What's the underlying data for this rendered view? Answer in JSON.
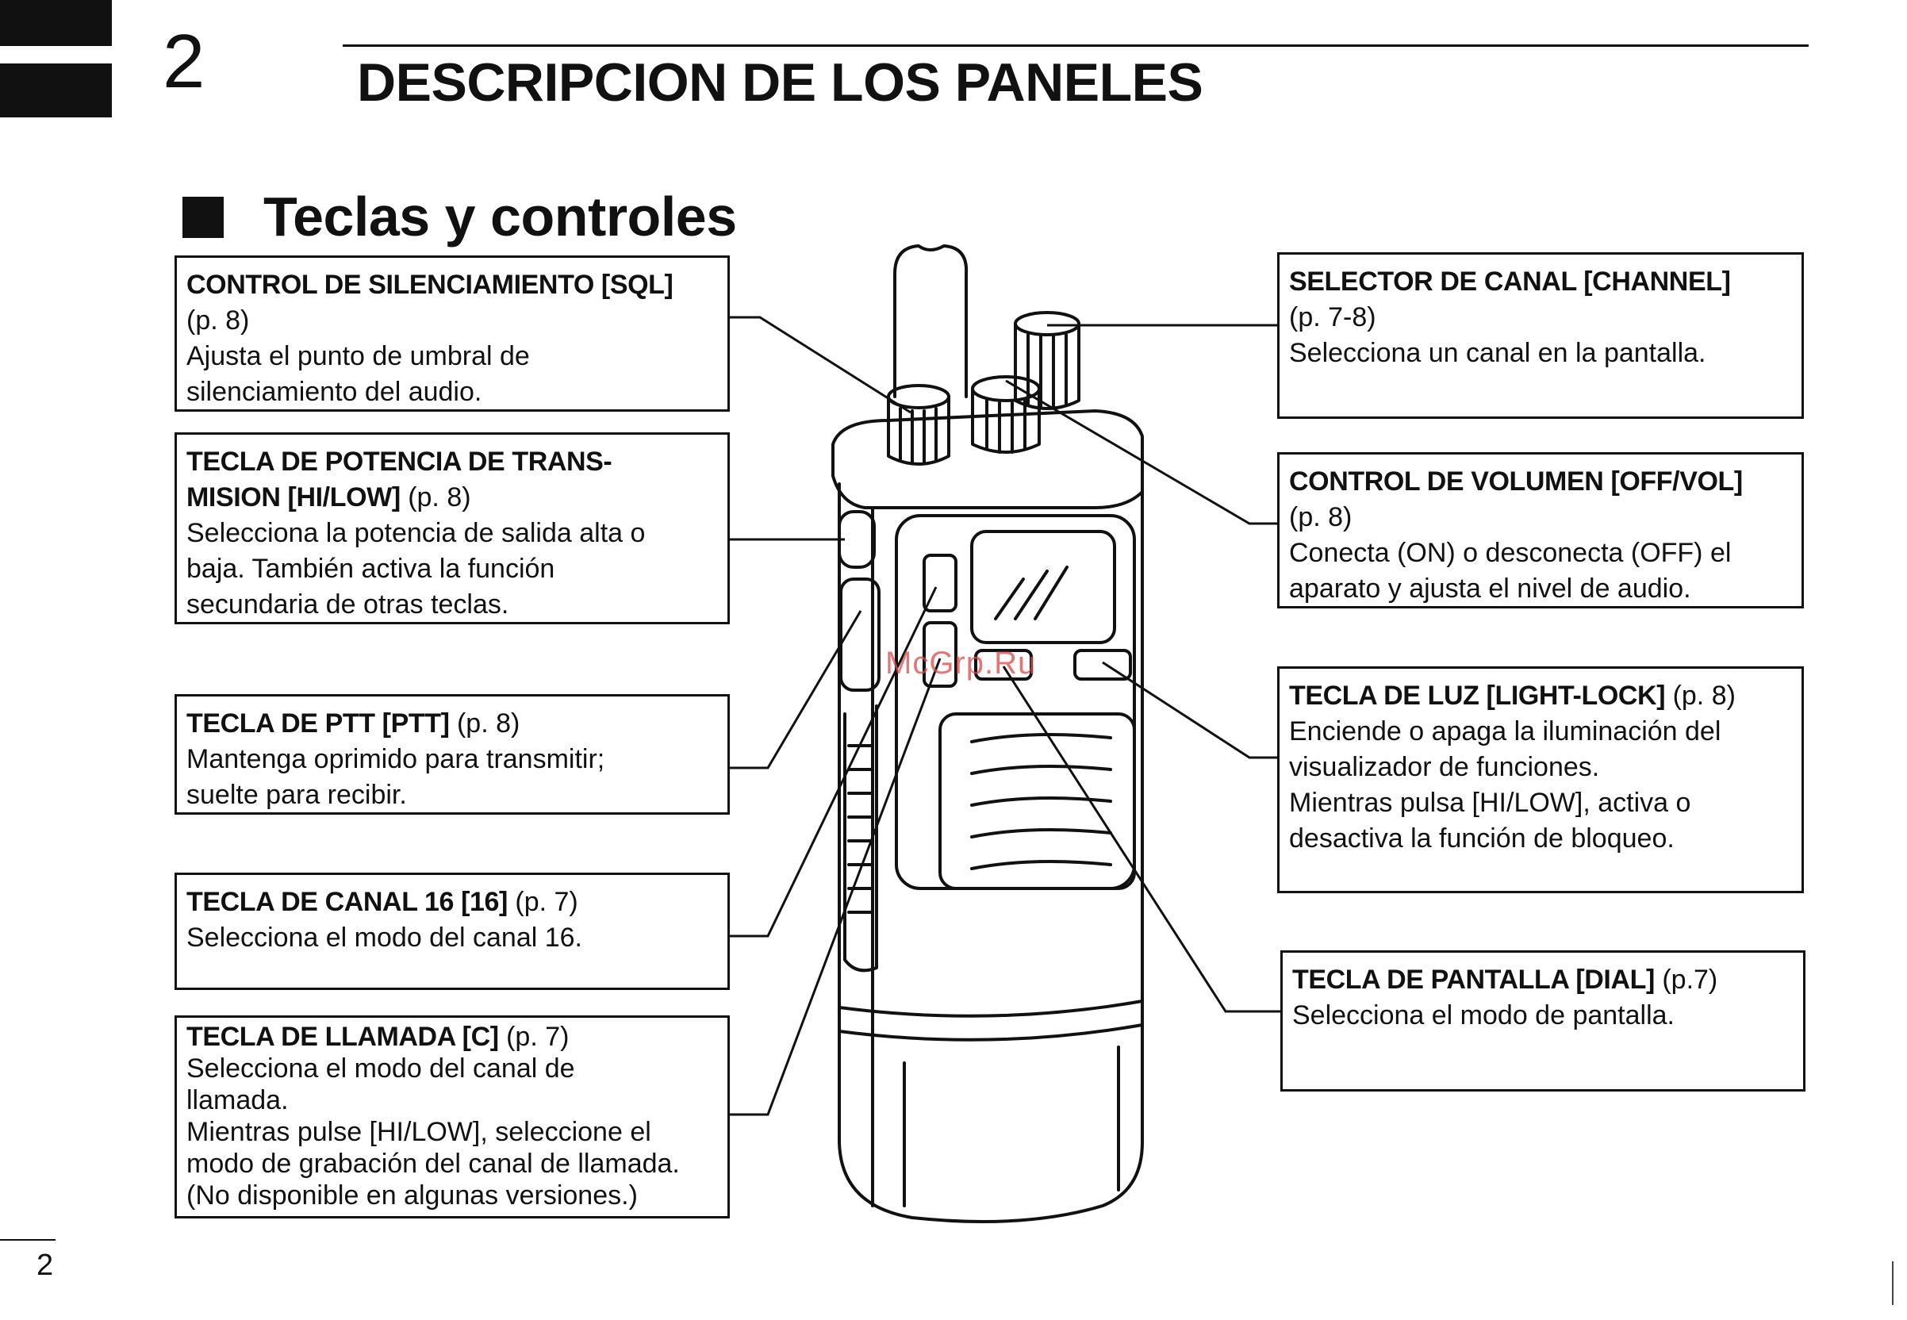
{
  "header": {
    "chapter_number": "2",
    "title": "DESCRIPCION DE LOS PANELES"
  },
  "section": {
    "title": "Teclas y controles"
  },
  "callouts": {
    "sql": {
      "title": "CONTROL DE SILENCIAMIENTO [SQL]",
      "ref": "(p. 8)",
      "lines": [
        "Ajusta el punto de umbral de",
        "silenciamiento del audio."
      ]
    },
    "hilow": {
      "title_1": "TECLA DE POTENCIA DE TRANS-",
      "title_2": "MISION [HI/LOW]",
      "ref": " (p. 8)",
      "lines": [
        "Selecciona la potencia de salida alta o",
        "baja. También activa la función",
        "secundaria de otras teclas."
      ]
    },
    "ptt": {
      "title": "TECLA  DE PTT [PTT]",
      "ref": " (p. 8)",
      "lines": [
        "Mantenga oprimido para transmitir;",
        "suelte para recibir."
      ]
    },
    "ch16": {
      "title": "TECLA DE CANAL 16 [16]",
      "ref": " (p. 7)",
      "lines": [
        "Selecciona el modo del canal 16."
      ]
    },
    "call": {
      "title": "TECLA DE LLAMADA [C]",
      "ref": " (p. 7)",
      "lines": [
        "Selecciona el modo del canal de",
        "llamada.",
        "Mientras pulse [HI/LOW], seleccione el",
        "modo de grabación del canal de llamada.",
        "(No disponible en algunas versiones.)"
      ]
    },
    "channel": {
      "title": "SELECTOR DE CANAL [CHANNEL]",
      "ref": "(p. 7-8)",
      "lines": [
        "Selecciona un canal en la pantalla."
      ]
    },
    "volume": {
      "title": "CONTROL DE VOLUMEN [OFF/VOL]",
      "ref": "(p. 8)",
      "lines": [
        "Conecta (ON) o desconecta (OFF) el",
        "aparato y ajusta el nivel de audio."
      ]
    },
    "light": {
      "title": "TECLA DE LUZ [LIGHT-LOCK]",
      "ref": " (p. 8)",
      "lines": [
        "Enciende o apaga la iluminación del",
        "visualizador de funciones.",
        "Mientras pulsa [HI/LOW], activa o",
        "desactiva la función de bloqueo."
      ]
    },
    "dial": {
      "title": "TECLA DE PANTALLA [DIAL]",
      "ref": " (p.7)",
      "lines": [
        "Selecciona el modo de pantalla."
      ]
    }
  },
  "watermark": "McGrp.Ru",
  "footer": {
    "page_number": "2"
  }
}
